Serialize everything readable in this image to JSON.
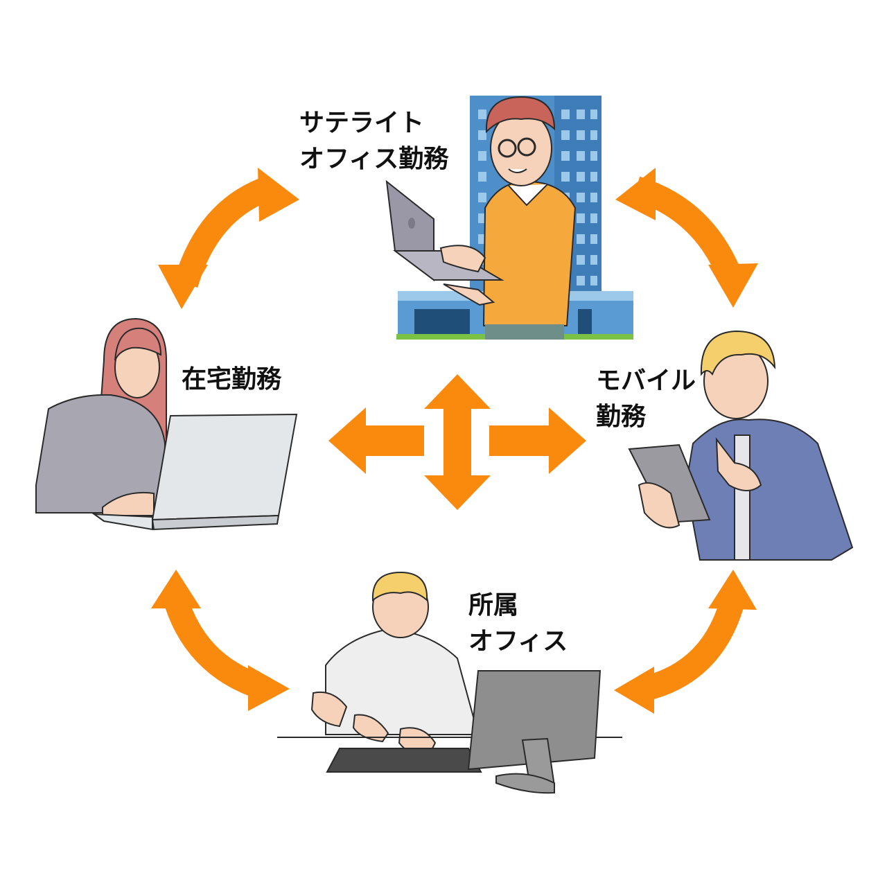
{
  "labels": {
    "satellite": {
      "line1": "サテライト",
      "line2": "オフィス勤務"
    },
    "home": {
      "line1": "在宅勤務"
    },
    "mobile": {
      "line1": "モバイル",
      "line2": "勤務"
    },
    "office": {
      "line1": "所属",
      "line2": "オフィス"
    }
  },
  "colors": {
    "arrow": "#F98A0E",
    "building": "#4E8FC9",
    "building_light": "#9CC8EA",
    "grass": "#7BC143",
    "text": "#111111"
  },
  "icons": {
    "satellite_worker": "man-with-laptop-in-front-of-office-building",
    "home_worker": "woman-typing-on-laptop",
    "mobile_worker": "man-holding-tablet",
    "office_worker": "man-typing-at-desktop-computer"
  }
}
